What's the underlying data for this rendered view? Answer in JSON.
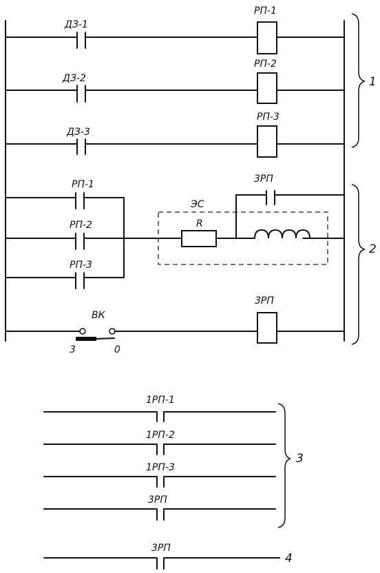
{
  "labels": {
    "dz1": "ДЗ-1",
    "dz2": "ДЗ-2",
    "dz3": "ДЗ-3",
    "rp1_coil": "РП-1",
    "rp2_coil": "РП-2",
    "rp3_coil": "РП-3",
    "zrp_contact": "3РП",
    "es": "ЭС",
    "r": "R",
    "rp1_contact": "РП-1",
    "rp2_contact": "РП-2",
    "rp3_contact": "РП-3",
    "vk": "ВК",
    "zrp_coil": "3РП",
    "vk_pos_on": "3",
    "vk_pos_off": "0",
    "rp1_out": "1РП-1",
    "rp2_out": "1РП-2",
    "rp3_out": "1РП-3",
    "zrp_out": "3РП",
    "zrp_out2": "3РП"
  },
  "groups": {
    "g1": "1",
    "g2": "2",
    "g3": "3",
    "g4": "4"
  }
}
